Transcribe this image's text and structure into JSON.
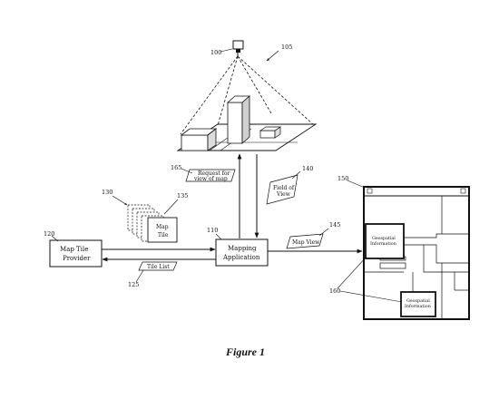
{
  "refs": {
    "camera": "100",
    "view_group": "105",
    "mapping_app": "110",
    "provider": "120",
    "tile_list_ref": "125",
    "tiles_group": "130",
    "tile": "135",
    "fov_ref": "140",
    "map_view_ref": "145",
    "display": "150",
    "geo_info_ref": "160",
    "request_ref": "165"
  },
  "labels": {
    "map_tile_provider": [
      "Map Tile",
      "Provider"
    ],
    "mapping_application": [
      "Mapping",
      "Application"
    ],
    "map_tile": [
      "Map",
      "Tile"
    ],
    "request": [
      "Request for",
      "view of map"
    ],
    "field_of_view": [
      "Field of",
      "View"
    ],
    "map_view": "Map View",
    "tile_list": "Tile List",
    "geo_info_top": [
      "Geospatial",
      "Information"
    ],
    "geo_info_bottom": [
      "Geospatial",
      "Information"
    ]
  },
  "caption": "Figure 1"
}
